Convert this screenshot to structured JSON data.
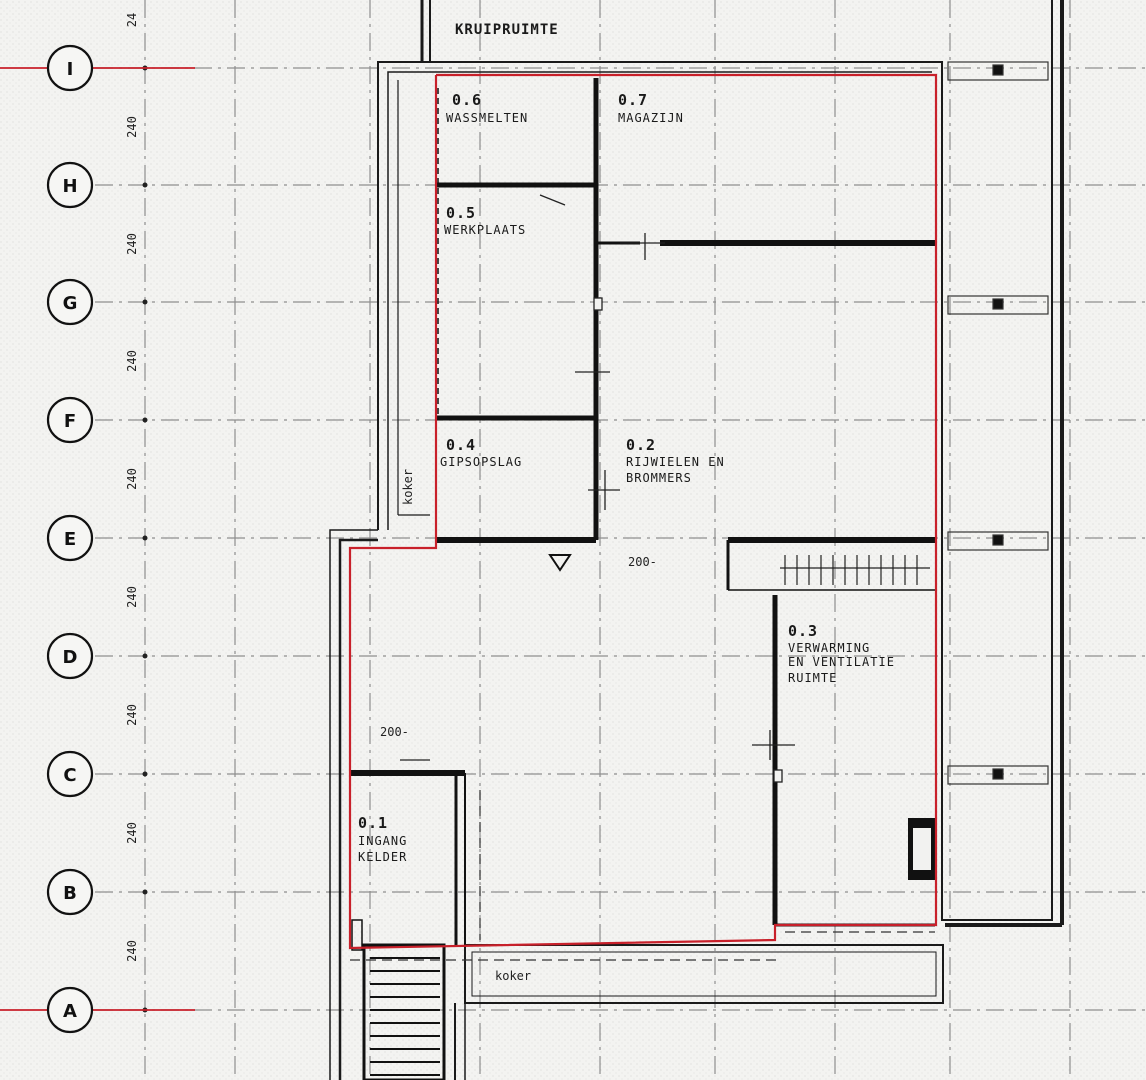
{
  "axes": [
    "I",
    "H",
    "G",
    "F",
    "E",
    "D",
    "C",
    "B",
    "A"
  ],
  "axis_spacing_labels": [
    "24",
    "240",
    "240",
    "240",
    "240",
    "240",
    "240",
    "240",
    "240"
  ],
  "rooms": {
    "kruipruimte": "KRUIPRUIMTE",
    "r06_num": "0.6",
    "r06_name": "WASSMELTEN",
    "r07_num": "0.7",
    "r07_name": "MAGAZIJN",
    "r05_num": "0.5",
    "r05_name": "WERKPLAATS",
    "r04_num": "0.4",
    "r04_name": "GIPSOPSLAG",
    "r02_num": "0.2",
    "r02_name1": "RIJWIELEN EN",
    "r02_name2": "BROMMERS",
    "r03_num": "0.3",
    "r03_name1": "VERWARMING",
    "r03_name2": "EN VENTILATIE",
    "r03_name3": "RUIMTE",
    "r01_num": "0.1",
    "r01_name1": "INGANG",
    "r01_name2": "KELDER"
  },
  "dimensions": {
    "d1": "200-",
    "d2": "200-"
  },
  "notes": {
    "kokerL": "koker",
    "kokerB": "koker"
  },
  "colors": {
    "outline": "#c8202a",
    "ink": "#1a1a1a",
    "grid": "#9a9a9a"
  }
}
